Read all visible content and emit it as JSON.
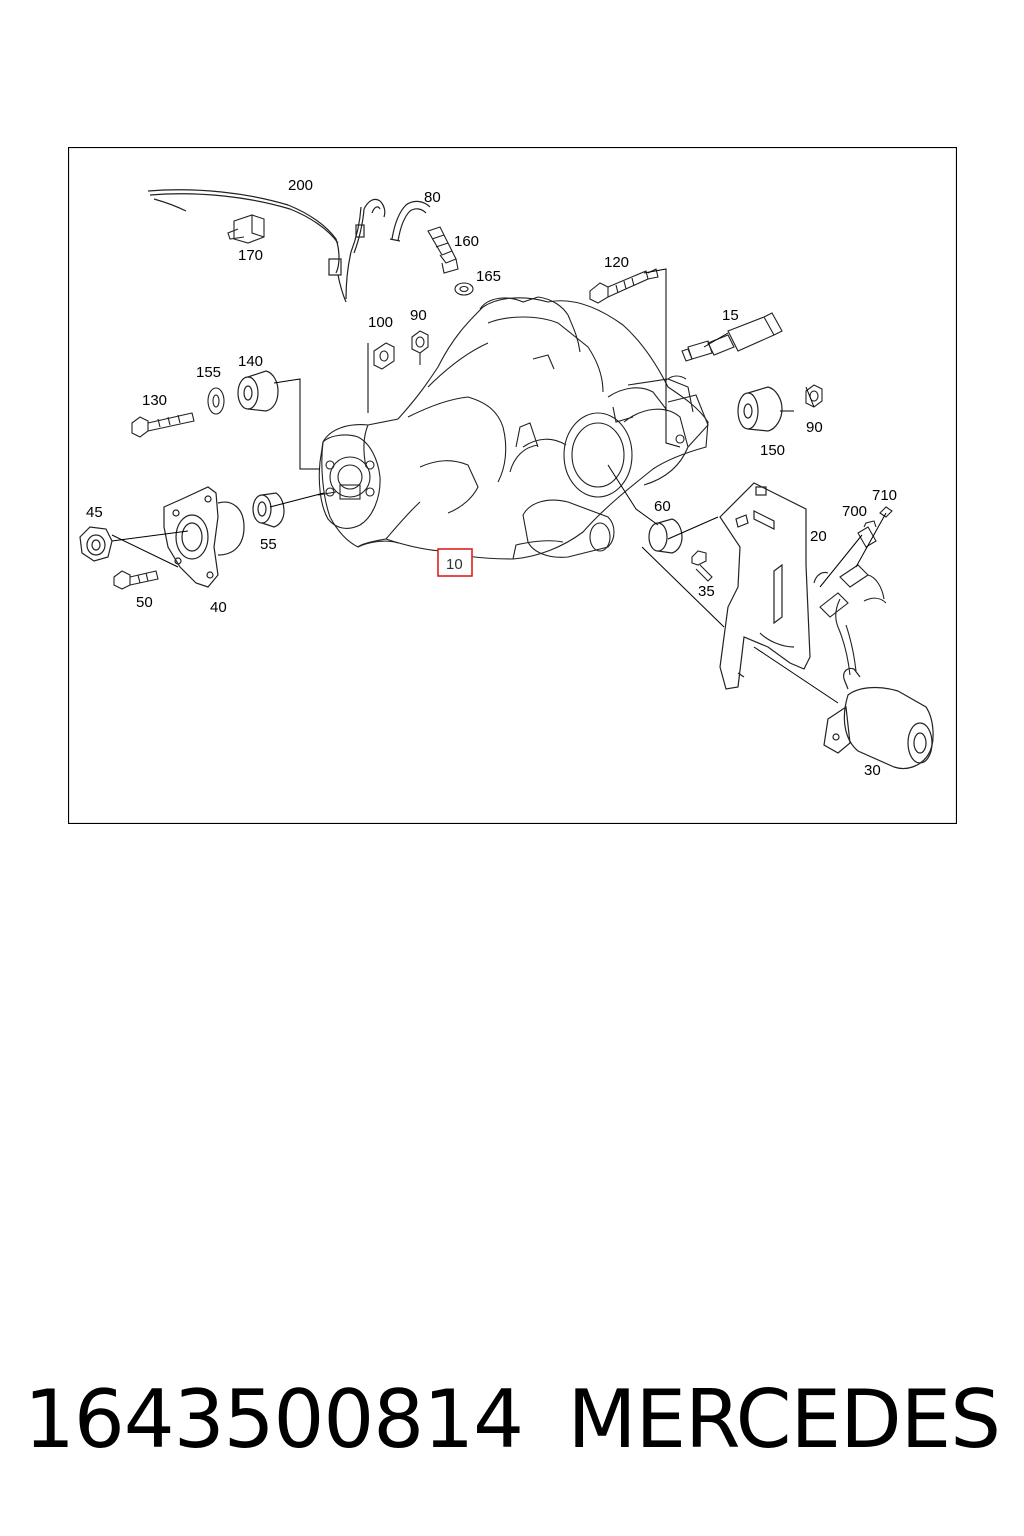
{
  "diagram": {
    "callouts": {
      "c200": "200",
      "c80": "80",
      "c160": "160",
      "c165": "165",
      "c170": "170",
      "c120": "120",
      "c15": "15",
      "c100": "100",
      "c90a": "90",
      "c155": "155",
      "c140": "140",
      "c130": "130",
      "c150": "150",
      "c90b": "90",
      "c60": "60",
      "c710": "710",
      "c700": "700",
      "c20": "20",
      "c45": "45",
      "c55": "55",
      "c10": "10",
      "c35": "35",
      "c50": "50",
      "c40": "40",
      "c30": "30"
    },
    "highlighted_callout": "10",
    "highlight_color": "#e02020"
  },
  "footer": {
    "part_number": "1643500814",
    "brand": "MERCEDES"
  }
}
